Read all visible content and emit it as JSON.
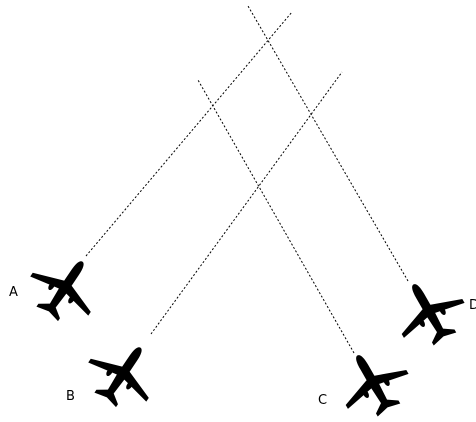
{
  "diagram": {
    "colors": {
      "plane": "#000000",
      "track": "#000000",
      "background": "#ffffff"
    },
    "planes": [
      {
        "id": "A",
        "label": "A",
        "icon": "airplane-icon"
      },
      {
        "id": "B",
        "label": "B",
        "icon": "airplane-icon"
      },
      {
        "id": "C",
        "label": "C",
        "icon": "airplane-icon"
      },
      {
        "id": "D",
        "label": "D",
        "icon": "airplane-icon"
      }
    ]
  }
}
